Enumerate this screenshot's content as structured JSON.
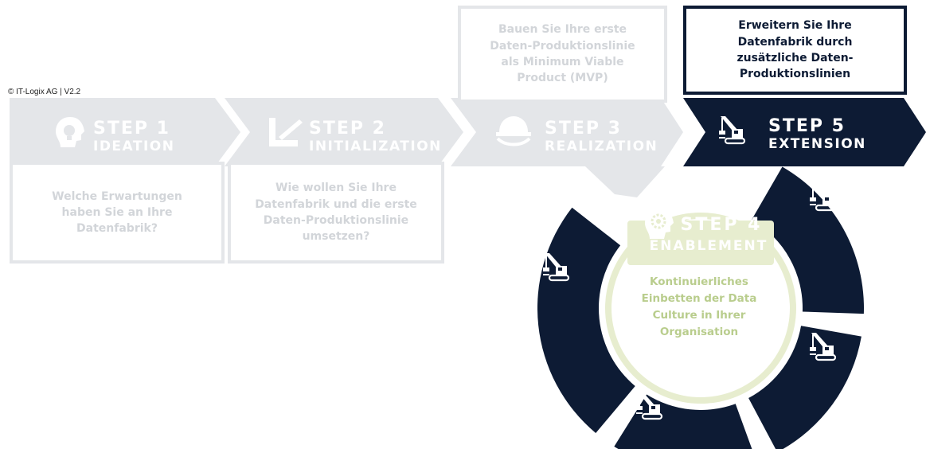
{
  "copyright": "© IT-Logix AG | V2.2",
  "steps": [
    {
      "number": "STEP 1",
      "name": "IDEATION",
      "icon": "lightbulb-head-icon",
      "description": "Welche Erwartungen\nhaben Sie an Ihre\nDatenfabrik?"
    },
    {
      "number": "STEP 2",
      "name": "INITIALIZATION",
      "icon": "set-square-icon",
      "description": "Wie wollen Sie Ihre\nDatenfabrik und die erste\nDaten-Produktionslinie\numsetzen?"
    },
    {
      "number": "STEP 3",
      "name": "REALIZATION",
      "icon": "hardhat-icon",
      "description": "Bauen Sie Ihre erste\nDaten-Produktionslinie\nals Minimum Viable\nProduct (MVP)"
    },
    {
      "number": "STEP 4",
      "name": "ENABLEMENT",
      "icon": "brain-gear-icon",
      "description": "Kontinuierliches\nEinbetten der Data\nCulture in Ihrer\nOrganisation"
    },
    {
      "number": "STEP 5",
      "name": "EXTENSION",
      "icon": "crawler-crane-icon",
      "description": "Erweitern Sie Ihre\nDatenfabrik durch\nzusätzliche Daten-\nProduktionslinien"
    }
  ],
  "colors": {
    "navy": "#0d1b34",
    "light_grey": "#e4e6e9",
    "grey_text": "#d2d5d9",
    "pale_green": "#e7edcf",
    "green_text": "#b9cd8d"
  }
}
